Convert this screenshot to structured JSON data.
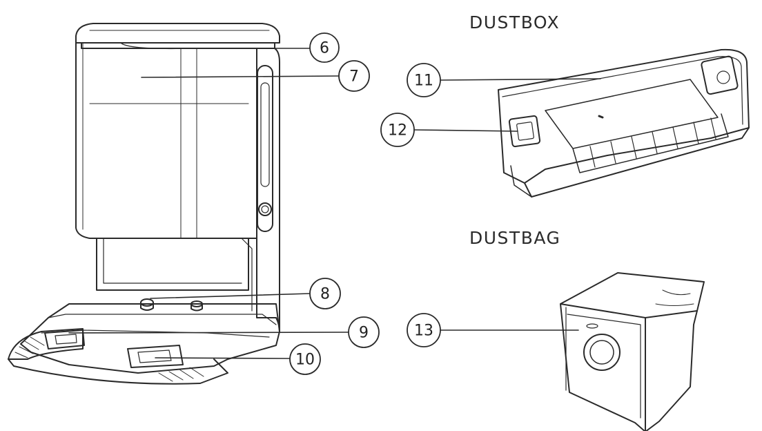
{
  "sections": {
    "dustbox": "DUSTBOX",
    "dustbag": "DUSTBAG"
  },
  "callouts": [
    "6",
    "7",
    "8",
    "9",
    "10",
    "11",
    "12",
    "13"
  ],
  "colors": {
    "line": "#2a2a2a",
    "background": "#ffffff"
  }
}
